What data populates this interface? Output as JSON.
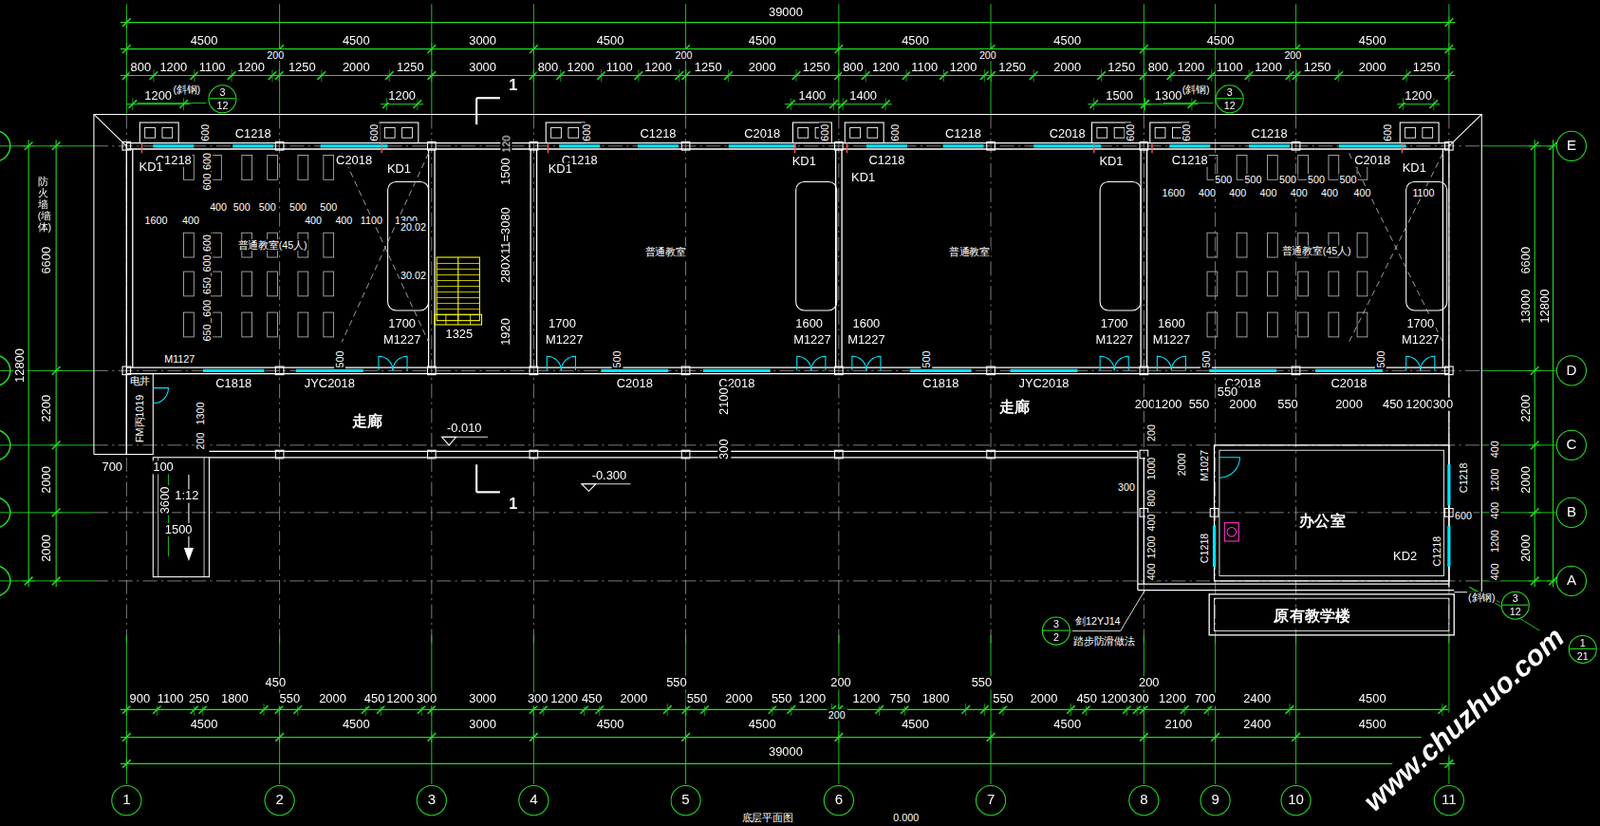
{
  "diagram": {
    "nodes": [
      {
        "text": [
          "1"
        ]
      },
      {
        "text": [
          "2"
        ]
      },
      {
        "text": [
          "3"
        ]
      },
      {
        "text": [
          "4"
        ]
      },
      {
        "text": [
          "5"
        ]
      },
      {
        "text": [
          "6"
        ]
      },
      {
        "text": [
          "7"
        ]
      },
      {
        "text": [
          "8"
        ]
      },
      {
        "text": [
          "9"
        ]
      },
      {
        "text": [
          "10"
        ]
      },
      {
        "text": [
          "11"
        ]
      },
      {
        "text": [
          "E"
        ]
      },
      {
        "text": [
          "D"
        ]
      },
      {
        "text": [
          "C"
        ]
      },
      {
        "text": [
          "B"
        ]
      },
      {
        "text": [
          "A"
        ]
      },
      {
        "text": [
          "3",
          "12"
        ]
      },
      {
        "text": [
          "3",
          "12"
        ]
      },
      {
        "text": [
          "3",
          "12"
        ]
      },
      {
        "text": [
          "3",
          "2"
        ]
      },
      {
        "text": [
          "1",
          "21"
        ]
      }
    ],
    "labels": [
      "39000",
      "4500",
      "4500",
      "3000",
      "4500",
      "4500",
      "4500",
      "4500",
      "4500",
      "4500",
      "200",
      "200",
      "200",
      "200",
      "800",
      "1200",
      "1100",
      "1200",
      "1250",
      "2000",
      "1250",
      "3000",
      "800",
      "1200",
      "1100",
      "1200",
      "1250",
      "2000",
      "1250",
      "800",
      "1200",
      "1100",
      "1200",
      "1250",
      "2000",
      "1250",
      "800",
      "1200",
      "1100",
      "1200",
      "1250",
      "2000",
      "1250",
      "1200",
      "1200",
      "1400",
      "1400",
      "1500",
      "1300",
      "1200",
      "(斜钢)",
      "(斜钢)",
      "1",
      "1",
      "C1218",
      "C1218",
      "C2018",
      "C1218",
      "C2018",
      "C1218",
      "C1218",
      "C2018",
      "C1218",
      "C1218",
      "C1218",
      "C2018",
      "KD1",
      "KD1",
      "KD1",
      "KD1",
      "KD1",
      "KD1",
      "KD1",
      "600",
      "600",
      "600",
      "600",
      "600",
      "600",
      "600",
      "600",
      "600",
      "600",
      "600",
      "600",
      "650",
      "600",
      "650",
      "400",
      "500",
      "500",
      "500",
      "500",
      "1600",
      "400",
      "400",
      "400",
      "1100",
      "1300",
      "500",
      "500",
      "500",
      "500",
      "500",
      "1600",
      "400",
      "400",
      "400",
      "400",
      "400",
      "400",
      "1100",
      "普通教室(45人)",
      "普通教室",
      "普通教室",
      "普通教室(45人)",
      "120",
      "1500",
      "280X11=3080",
      "1920",
      "20.02",
      "30.02",
      "1325",
      "1700",
      "1700",
      "1600",
      "1600",
      "1700",
      "1600",
      "1700",
      "M1227",
      "M1227",
      "M1227",
      "M1227",
      "M1227",
      "M1227",
      "M1227",
      "500",
      "500",
      "500",
      "500",
      "500",
      "C1818",
      "JYC2018",
      "C2018",
      "C2018",
      "C1818",
      "JYC2018",
      "C2018",
      "C2018",
      "电井",
      "M1127",
      "FM丙1019",
      "1300",
      "200",
      "走廊",
      "走廊",
      "-0.010",
      "2100",
      "300",
      "-0.300",
      "550",
      "200",
      "1200",
      "550",
      "2000",
      "550",
      "2000",
      "450",
      "1200",
      "300",
      "200",
      "1000",
      "800",
      "400",
      "1200",
      "400",
      "300",
      "2000",
      "M1027",
      "C1218",
      "C1218",
      "600",
      "C1218",
      "KD2",
      "400",
      "1200",
      "400",
      "1200",
      "400",
      "办公室",
      "原有教学楼",
      "(斜钢)",
      "700",
      "100",
      "3600",
      "1:12",
      "1500",
      "12800",
      "6600",
      "2200",
      "2000",
      "2000",
      "防火墙(墙体)",
      "6600",
      "13000",
      "2200",
      "2000",
      "2000",
      "12800",
      "剑12YJ14",
      "踏步防滑做法",
      "900",
      "1100",
      "250",
      "1800",
      "450",
      "550",
      "2000",
      "450",
      "1200",
      "300",
      "3000",
      "300",
      "1200",
      "450",
      "2000",
      "550",
      "550",
      "2000",
      "550",
      "1200",
      "200",
      "1200",
      "750",
      "1800",
      "550",
      "550",
      "2000",
      "450",
      "1200",
      "300",
      "200",
      "1200",
      "700",
      "2400",
      "4500",
      "4500",
      "4500",
      "3000",
      "4500",
      "4500",
      "4500",
      "4500",
      "2100",
      "2400",
      "4500",
      "200",
      "39000",
      "底层平面图",
      "0.000",
      "www.chuzhuo.com"
    ]
  }
}
